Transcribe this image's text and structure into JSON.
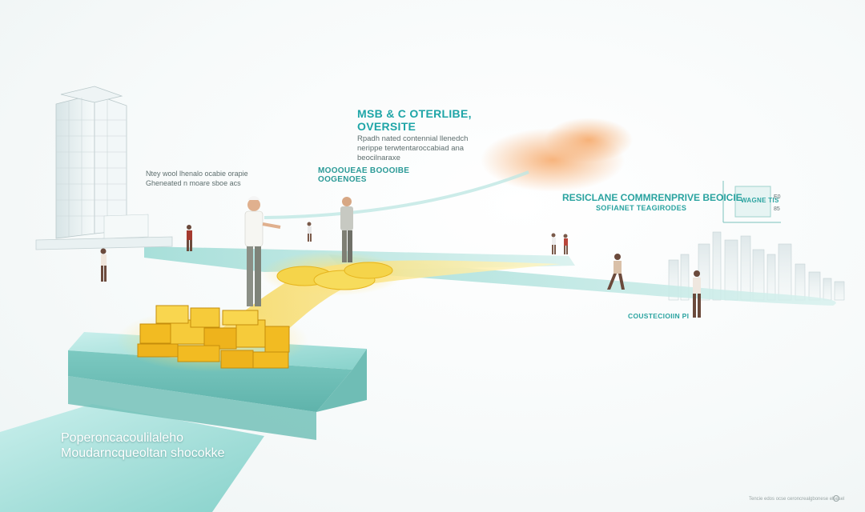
{
  "headline": {
    "title_lines": [
      "MSB & C OTERLIBE,",
      "OVERSITE"
    ],
    "body_lines": [
      "Rpadh nated contennial llenedch",
      "nerippe terwtentaroccabiad ana",
      "beocilnaraxe"
    ]
  },
  "left_note": {
    "lines": [
      "Ntey wool lhenalo ocabie orapie",
      "Gheneated n moare sboe acs"
    ]
  },
  "mid_note": {
    "lines": [
      "MOOOUEAE BOOOIBE",
      "OOGENOES"
    ]
  },
  "right_block": {
    "title": "RESICLANE COMMRENPRIVE BEOICIE",
    "subtitle": "SOFIANET TEAGIRODES",
    "badge_label": "WAGNE TIS",
    "badge_side_top": "E0",
    "badge_side_bottom": "85"
  },
  "bottom_right_caption": "COUSTECIOIIN PI",
  "bottom_left_caption": {
    "lines": [
      "Poperoncacoulilaleho",
      "Moudarncqueoltan shocokke"
    ]
  },
  "footer_note": "Tencie edos ocse ceroncrealgbonese elsesel",
  "colors": {
    "teal_accent": "#1ea5a7",
    "platform_teal": "#8fd8d2",
    "gold": "#f2c12e",
    "haze_orange": "#f6a766"
  }
}
